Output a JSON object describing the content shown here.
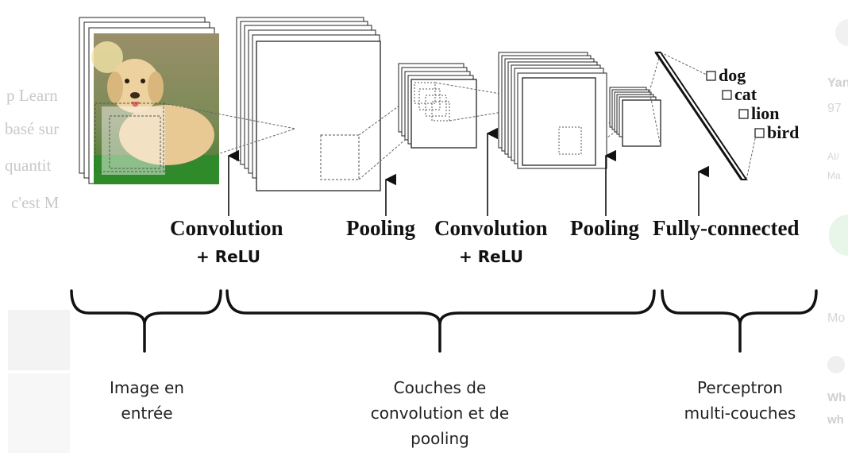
{
  "background": {
    "left_lines": [
      "p Learn",
      "basé sur",
      "quantit",
      "c'est M"
    ],
    "right_texts": [
      "Yan",
      "97",
      "AI/",
      "Ma",
      "Mo",
      "Wh",
      "wh"
    ]
  },
  "classes": [
    "dog",
    "cat",
    "lion",
    "bird"
  ],
  "layers": {
    "conv1": "Convolution",
    "conv1_relu": "+ ReLU",
    "pool1": "Pooling",
    "conv2": "Convolution",
    "conv2_relu": "+ ReLU",
    "pool2": "Pooling",
    "fc": "Fully-connected"
  },
  "groups": {
    "input_line1": "Image en",
    "input_line2": "entrée",
    "conv_line1": "Couches de",
    "conv_line2": "convolution et de",
    "conv_line3": "pooling",
    "mlp_line1": "Perceptron",
    "mlp_line2": "multi-couches"
  },
  "colors": {
    "ink": "#111111",
    "muted": "#c9c9c9",
    "badge_green": "#e8f5e9"
  }
}
